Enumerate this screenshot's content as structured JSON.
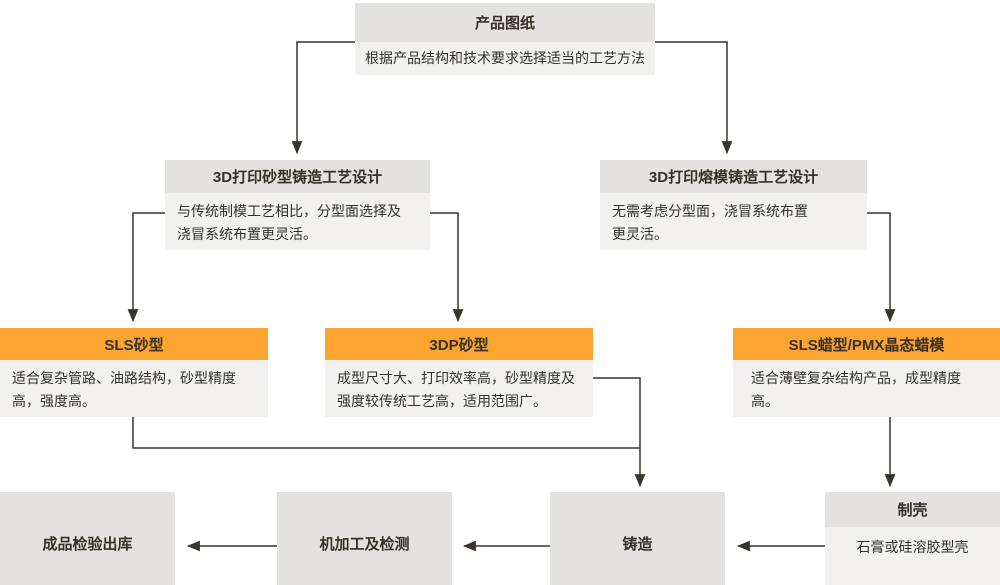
{
  "colors": {
    "orange": "#FBA42F",
    "header_gray": "#E4E2E0",
    "body_gray": "#F2F1F0",
    "line": "#3A342E",
    "text": "#35302A"
  },
  "nodes": {
    "product": {
      "title": "产品图纸",
      "desc": "根据产品结构和技术要求选择适当的工艺方法"
    },
    "sand_design": {
      "title": "3D打印砂型铸造工艺设计",
      "desc": "与传统制模工艺相比，分型面选择及\n浇冒系统布置更灵活。"
    },
    "investment_design": {
      "title": "3D打印熔模铸造工艺设计",
      "desc": "无需考虑分型面，浇冒系统布置\n更灵活。"
    },
    "sls_sand": {
      "title": "SLS砂型",
      "desc": "适合复杂管路、油路结构，砂型精度\n高，强度高。"
    },
    "tdp_sand": {
      "title": "3DP砂型",
      "desc": "成型尺寸大、打印效率高，砂型精度及\n强度较传统工艺高，适用范围广。"
    },
    "sls_wax": {
      "title": "SLS蜡型/PMX晶态蜡模",
      "desc": "适合薄壁复杂结构产品，成型精度高。"
    },
    "shell": {
      "title": "制壳",
      "desc": "石膏或硅溶胶型壳"
    },
    "casting": {
      "title": "铸造"
    },
    "machining": {
      "title": "机加工及检测"
    },
    "inspection": {
      "title": "成品检验出库"
    }
  }
}
